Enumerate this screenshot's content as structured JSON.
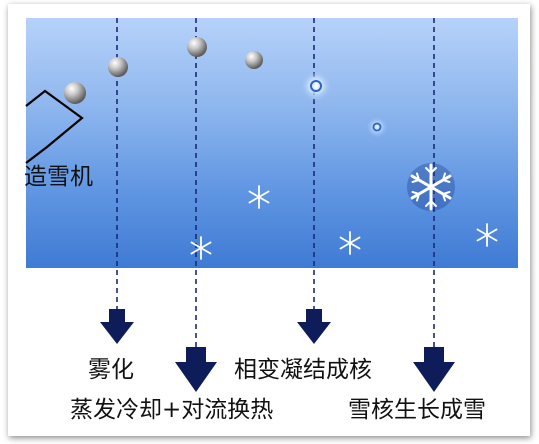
{
  "labels": {
    "machine": "造雪机",
    "atomization": "雾化",
    "cooling": "蒸发冷却+对流换热",
    "nucleation": "相变凝结成核",
    "growth": "雪核生长成雪"
  },
  "colors": {
    "arrow": "#0e1d5a",
    "dashed_line": "#1a2a78",
    "sky_top": "#b6d2fa",
    "sky_bottom": "#3f7bd4"
  },
  "icons": {
    "droplet": "droplet-sphere-icon",
    "nucleus": "ice-nucleus-icon",
    "small_snowflake": "snowflake-icon",
    "large_snowflake": "snowflake-large-icon"
  }
}
